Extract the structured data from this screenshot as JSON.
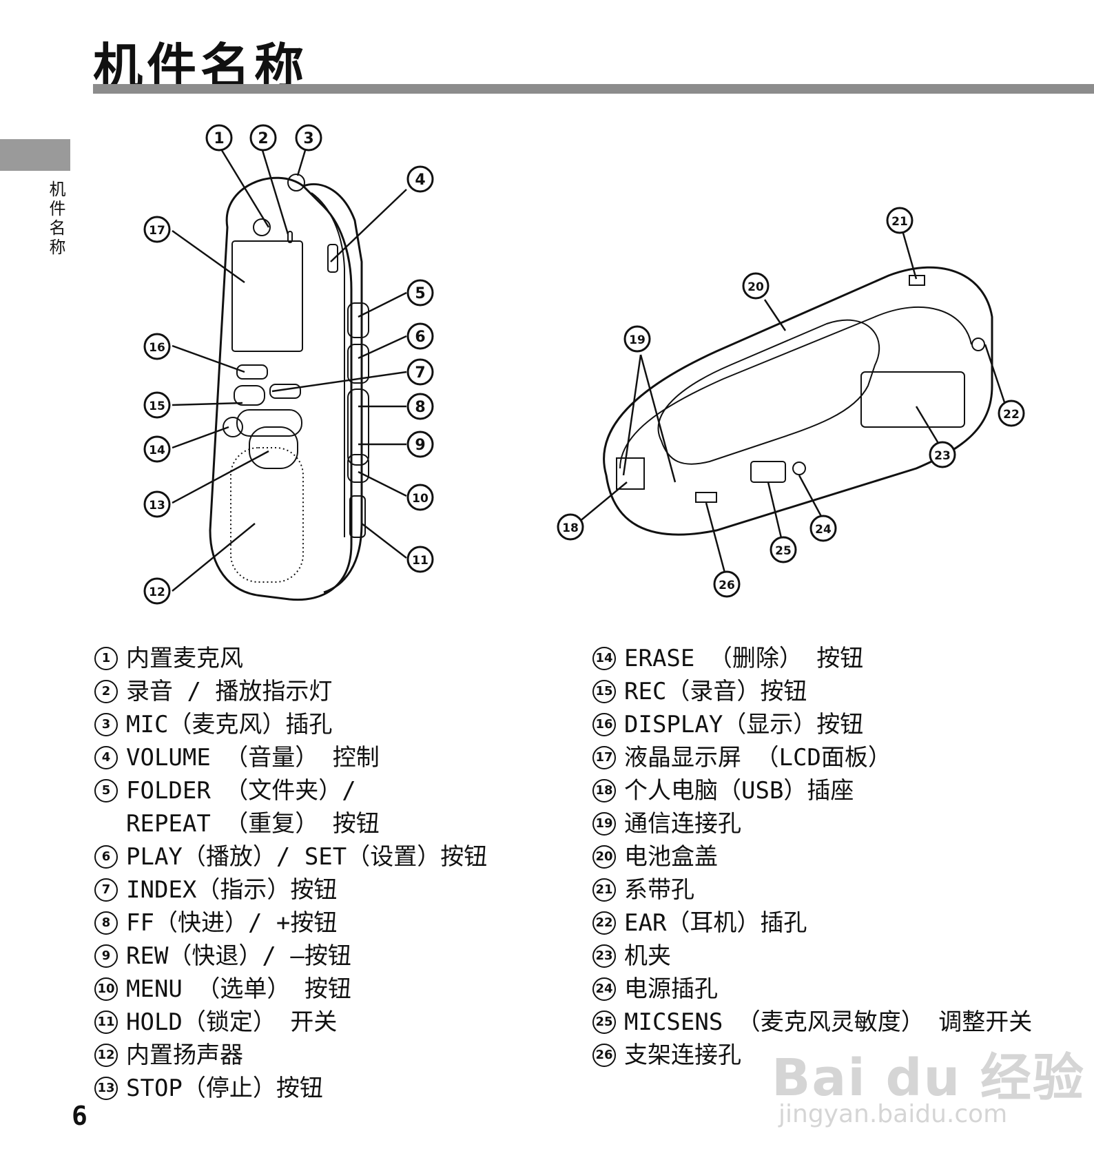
{
  "page": {
    "title": "机件名称",
    "side_label": "机件名称",
    "page_number": "6"
  },
  "figure": {
    "callouts": [
      "①",
      "②",
      "③",
      "④",
      "⑤",
      "⑥",
      "⑦",
      "⑧",
      "⑨",
      "⑩",
      "⑪",
      "⑫",
      "⑬",
      "⑭",
      "⑮",
      "⑯",
      "⑰",
      "⑱",
      "⑲",
      "⑳",
      "㉑",
      "㉒",
      "㉓",
      "㉔",
      "㉕",
      "㉖"
    ]
  },
  "parts_left": [
    {
      "num": "1",
      "text": "内置麦克风"
    },
    {
      "num": "2",
      "text": "录音 / 播放指示灯"
    },
    {
      "num": "3",
      "text": "MIC（麦克风）插孔"
    },
    {
      "num": "4",
      "text": "VOLUME （音量） 控制"
    },
    {
      "num": "5",
      "text": "FOLDER （文件夹）/",
      "cont": "REPEAT （重复） 按钮"
    },
    {
      "num": "6",
      "text": "PLAY（播放）/ SET（设置）按钮"
    },
    {
      "num": "7",
      "text": "INDEX（指示）按钮"
    },
    {
      "num": "8",
      "text": "FF（快进）/ +按钮"
    },
    {
      "num": "9",
      "text": "REW（快退）/ –按钮"
    },
    {
      "num": "10",
      "text": "MENU （选单） 按钮"
    },
    {
      "num": "11",
      "text": "HOLD（锁定） 开关"
    },
    {
      "num": "12",
      "text": "内置扬声器"
    },
    {
      "num": "13",
      "text": "STOP（停止）按钮"
    }
  ],
  "parts_right": [
    {
      "num": "14",
      "text": "ERASE （删除） 按钮"
    },
    {
      "num": "15",
      "text": "REC（录音）按钮"
    },
    {
      "num": "16",
      "text": "DISPLAY（显示）按钮"
    },
    {
      "num": "17",
      "text": "液晶显示屏 （LCD面板）"
    },
    {
      "num": "18",
      "text": "个人电脑（USB）插座"
    },
    {
      "num": "19",
      "text": "通信连接孔"
    },
    {
      "num": "20",
      "text": "电池盒盖"
    },
    {
      "num": "21",
      "text": "系带孔"
    },
    {
      "num": "22",
      "text": "EAR（耳机）插孔"
    },
    {
      "num": "23",
      "text": "机夹"
    },
    {
      "num": "24",
      "text": "电源插孔"
    },
    {
      "num": "25",
      "text": "MICSENS （麦克风灵敏度） 调整开关"
    },
    {
      "num": "26",
      "text": "支架连接孔"
    }
  ],
  "watermark": {
    "logo": "Bai du 经验",
    "url": "jingyan.baidu.com"
  }
}
